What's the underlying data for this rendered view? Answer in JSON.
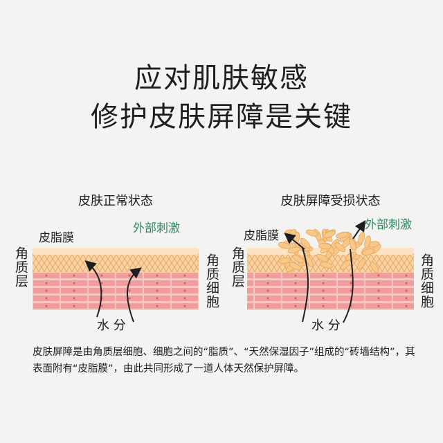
{
  "title": {
    "line1": "应对肌肤敏感",
    "line2": "修护皮肤屏障是关键"
  },
  "left_panel": {
    "heading": "皮肤正常状态",
    "sebum_label": "皮脂膜",
    "external_label": "外部刺激",
    "stratum_label": "角质层",
    "cell_label": "角质细胞",
    "water_label": "水 分"
  },
  "right_panel": {
    "heading": "皮肤屏障受损状态",
    "sebum_label": "皮脂膜",
    "external_label": "外部刺激",
    "stratum_label": "角质层",
    "cell_label": "角质细胞",
    "water_label": "水 分"
  },
  "description": "皮肤屏障是由角质层细胞、细胞之间的“脂质”、“天然保湿因子”组成的“砖墙结构”，其表面附有“皮脂膜”，由此共同形成了一道人体天然保护屏障。",
  "colors": {
    "accent_green": "#2e8a62",
    "brick": "#f0a3a0",
    "lipid": "#f6c98c"
  }
}
